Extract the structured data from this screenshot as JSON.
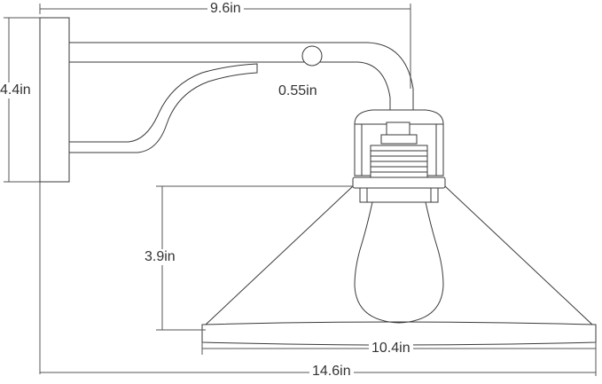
{
  "dimensions": {
    "width_top": "9.6in",
    "height_backplate": "4.4in",
    "arm_diameter": "0.55in",
    "shade_height": "3.9in",
    "shade_diameter": "10.4in",
    "total_depth": "14.6in"
  },
  "colors": {
    "line": "#3a3a3a",
    "background": "#ffffff"
  }
}
